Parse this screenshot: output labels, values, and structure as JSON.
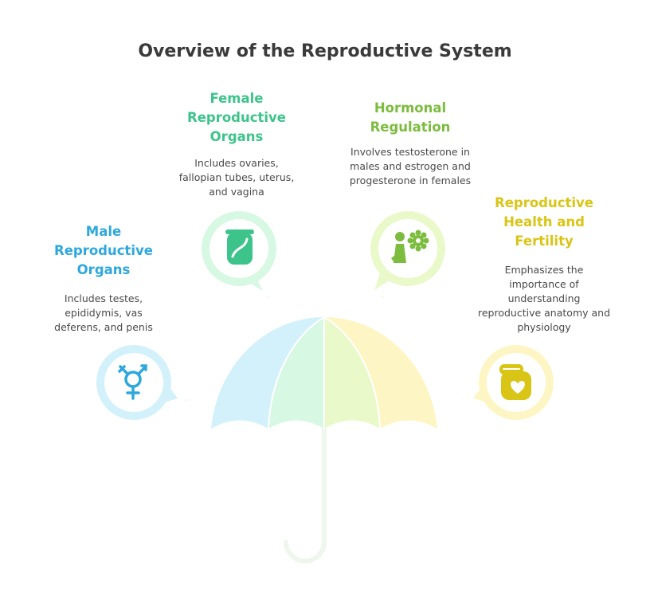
{
  "title": "Overview of the Reproductive System",
  "sections": [
    {
      "heading": "Male Reproductive Organs",
      "description": "Includes testes, epididymis, vas deferens, and penis",
      "color": "#2ea8dc",
      "icon": "gender-symbol-icon"
    },
    {
      "heading": "Female Reproductive Organs",
      "description": "Includes ovaries, fallopian tubes, uterus, and vagina",
      "color": "#3dc48b",
      "icon": "uterus-icon"
    },
    {
      "heading": "Hormonal Regulation",
      "description": "Involves testosterone in males and estrogen and progesterone in females",
      "color": "#7cbc3e",
      "icon": "person-gear-icon"
    },
    {
      "heading": "Reproductive Health and Fertility",
      "description": "Emphasizes the importance of understanding reproductive anatomy and physiology",
      "color": "#d9c516",
      "icon": "pregnancy-heart-icon"
    }
  ],
  "colors": {
    "title": "#3a3a3a",
    "text": "#4a4a4a",
    "umbrella_blue": "#d3f1fb",
    "umbrella_teal": "#d7f8e3",
    "umbrella_green": "#e9f9c9",
    "umbrella_yellow": "#fdf6c4",
    "handle": "#eef6ee"
  }
}
